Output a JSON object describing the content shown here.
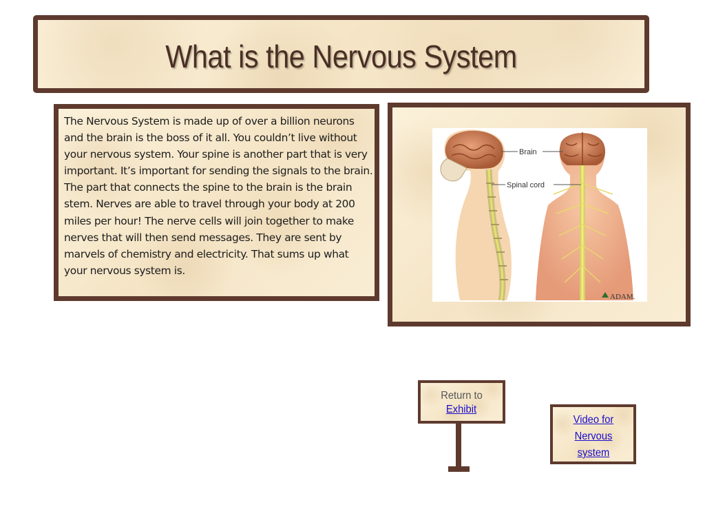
{
  "title": "What is the Nervous System",
  "body_text": "The Nervous System is made up of over a billion neurons and the brain is the boss of it all. You couldn’t live without your nervous system.  Your spine is another part that is very important. It’s important for sending the signals to the brain. The part that connects the spine to the brain is the brain stem. Nerves are able to travel through your body at 200 miles per hour! The nerve cells will join together to make nerves that will then send messages.  They are sent by marvels of chemistry and electricity. That sums up what your nervous system is.",
  "illustration": {
    "label_brain": "Brain",
    "label_spinal_cord": "Spinal cord",
    "credit": "ADAM."
  },
  "return_sign": {
    "label": "Return to",
    "link_text": "Exhibit"
  },
  "video_link": "Video for Nervous system",
  "colors": {
    "frame": "#5e3a2e",
    "parchment": "#f8ecd2",
    "link": "#1a0dcc",
    "title_text": "#4a2f24"
  }
}
